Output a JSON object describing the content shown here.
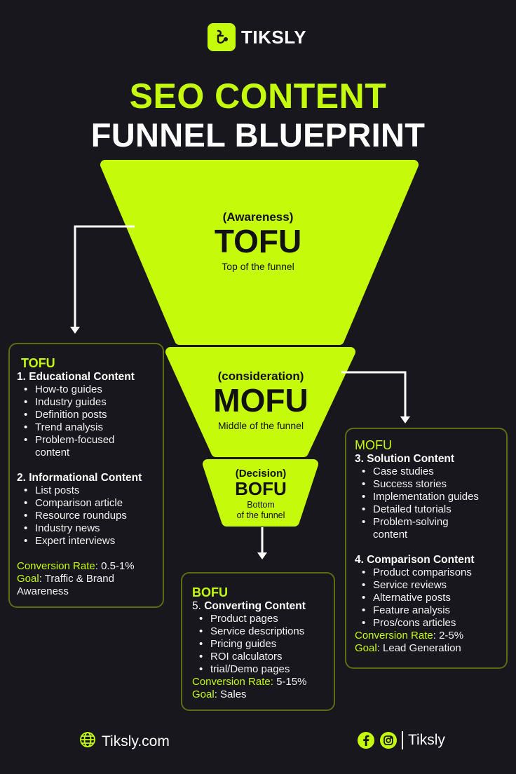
{
  "brand": {
    "name": "TIKSLY",
    "logo_icon": "tiksly-logo-icon"
  },
  "title": {
    "line1": "SEO CONTENT",
    "line2": "FUNNEL BLUEPRINT"
  },
  "colors": {
    "accent": "#c5fb0b",
    "background": "#18171d",
    "card_border": "#5b6c15",
    "text": "#ffffff"
  },
  "funnel": {
    "tofu": {
      "stage": "(Awareness)",
      "abbr": "TOFU",
      "description": "Top of the funnel"
    },
    "mofu": {
      "stage": "(consideration)",
      "abbr": "MOFU",
      "description": "Middle of the funnel"
    },
    "bofu": {
      "stage": "(Decision)",
      "abbr": "BOFU",
      "description_line1": "Bottom",
      "description_line2": "of the funnel"
    }
  },
  "cards": {
    "tofu": {
      "tag": "TOFU",
      "sections": [
        {
          "title": "1. Educational Content",
          "items": [
            "How-to guides",
            "Industry guides",
            "Definition posts",
            "Trend analysis",
            "Problem-focused content"
          ]
        },
        {
          "title": "2. Informational Content",
          "items": [
            "List posts",
            "Comparison article",
            "Resource roundups",
            "Industry news",
            "Expert interviews"
          ]
        }
      ],
      "conversion_label": "Conversion Rate",
      "conversion_value": ": 0.5-1%",
      "goal_label": "Goal",
      "goal_value": ": Traffic & Brand Awareness"
    },
    "mofu": {
      "tag": "MOFU",
      "sections": [
        {
          "title": "3. Solution Content",
          "items": [
            "Case studies",
            "Success stories",
            "Implementation guides",
            "Detailed tutorials",
            "Problem-solving content"
          ]
        },
        {
          "title": "4. Comparison Content",
          "items": [
            "Product comparisons",
            "Service reviews",
            "Alternative posts",
            "Feature analysis",
            "Pros/cons articles"
          ]
        }
      ],
      "conversion_label": "Conversion Rate",
      "conversion_value": ": 2-5%",
      "goal_label": "Goal",
      "goal_value": ": Lead Generation"
    },
    "bofu": {
      "tag": "BOFU",
      "sections": [
        {
          "title_num": "5. ",
          "title": "Converting Content",
          "items": [
            "Product pages",
            "Service descriptions",
            "Pricing guides",
            "ROI calculators",
            "trial/Demo pages"
          ]
        }
      ],
      "conversion_label": "Conversion Rate:",
      "conversion_value": " 5-15%",
      "goal_label": "Goal",
      "goal_value": ": Sales"
    }
  },
  "footer": {
    "website": "Tiksly.com",
    "website_icon": "globe-icon",
    "social_handle": "Tiksly",
    "social_icons": [
      "facebook-icon",
      "instagram-icon"
    ]
  }
}
